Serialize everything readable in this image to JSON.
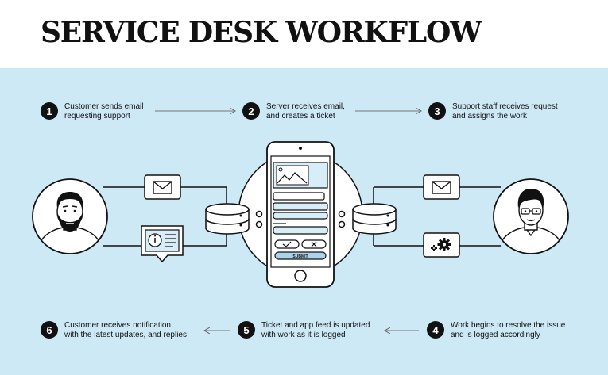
{
  "title": "SERVICE DESK WORKFLOW",
  "steps": [
    {
      "num": "1",
      "line1": "Customer sends email",
      "line2": "requesting support"
    },
    {
      "num": "2",
      "line1": "Server receives email,",
      "line2": "and creates a ticket"
    },
    {
      "num": "3",
      "line1": "Support staff receives request",
      "line2": "and assigns the work"
    },
    {
      "num": "4",
      "line1": "Work begins to resolve the issue",
      "line2": "and is logged accordingly"
    },
    {
      "num": "5",
      "line1": "Ticket and app feed is updated",
      "line2": "with work as it is logged"
    },
    {
      "num": "6",
      "line1": "Customer receives notification",
      "line2": "with the latest updates, and replies"
    }
  ],
  "phone": {
    "submit_label": "SUBMIT"
  },
  "icons": {
    "customer": "customer-avatar-icon",
    "staff": "support-staff-avatar-icon",
    "email": "envelope-icon",
    "notification": "notification-card-icon",
    "server": "database-server-icon",
    "settings": "gear-icon"
  },
  "colors": {
    "panel": "#cde9f6",
    "ink": "#111111",
    "accent": "#a9d4ec"
  }
}
